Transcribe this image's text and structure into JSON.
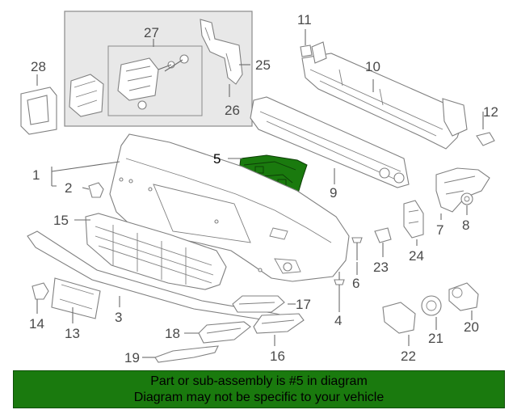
{
  "callouts": [
    {
      "id": "1",
      "label": "1"
    },
    {
      "id": "2",
      "label": "2"
    },
    {
      "id": "3",
      "label": "3"
    },
    {
      "id": "4",
      "label": "4"
    },
    {
      "id": "5",
      "label": "5"
    },
    {
      "id": "6",
      "label": "6"
    },
    {
      "id": "7",
      "label": "7"
    },
    {
      "id": "8",
      "label": "8"
    },
    {
      "id": "9",
      "label": "9"
    },
    {
      "id": "10",
      "label": "10"
    },
    {
      "id": "11",
      "label": "11"
    },
    {
      "id": "12",
      "label": "12"
    },
    {
      "id": "13",
      "label": "13"
    },
    {
      "id": "14",
      "label": "14"
    },
    {
      "id": "15",
      "label": "15"
    },
    {
      "id": "16",
      "label": "16"
    },
    {
      "id": "17",
      "label": "17"
    },
    {
      "id": "18",
      "label": "18"
    },
    {
      "id": "19",
      "label": "19"
    },
    {
      "id": "20",
      "label": "20"
    },
    {
      "id": "21",
      "label": "21"
    },
    {
      "id": "22",
      "label": "22"
    },
    {
      "id": "23",
      "label": "23"
    },
    {
      "id": "24",
      "label": "24"
    },
    {
      "id": "25",
      "label": "25"
    },
    {
      "id": "26",
      "label": "26"
    },
    {
      "id": "27",
      "label": "27"
    },
    {
      "id": "28",
      "label": "28"
    }
  ],
  "highlight": {
    "part": "5",
    "color": "#1a7a0e"
  },
  "banner": {
    "line1": "Part or sub-assembly is #5 in diagram",
    "line2": "Diagram may not be specific to your vehicle",
    "color": "#1a7a0e"
  }
}
